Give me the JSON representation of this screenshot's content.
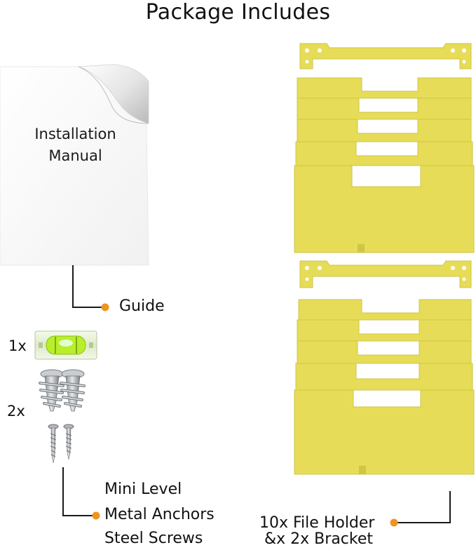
{
  "title": "Package Includes",
  "manual": {
    "line1": "Installation",
    "line2": "Manual"
  },
  "labels": {
    "guide": "Guide",
    "mini_level": "Mini Level",
    "metal_anchors": "Metal Anchors",
    "steel_screws": "Steel Screws",
    "holder_line1": "10x File Holder",
    "holder_line2": "&x 2x Bracket"
  },
  "counts": {
    "level": "1x",
    "anchors": "2x"
  },
  "colors": {
    "accent_dot": "#f0941f",
    "holder_yellow": "#e6dc57",
    "holder_shade": "#cfc648",
    "line": "#1a1a1a"
  }
}
